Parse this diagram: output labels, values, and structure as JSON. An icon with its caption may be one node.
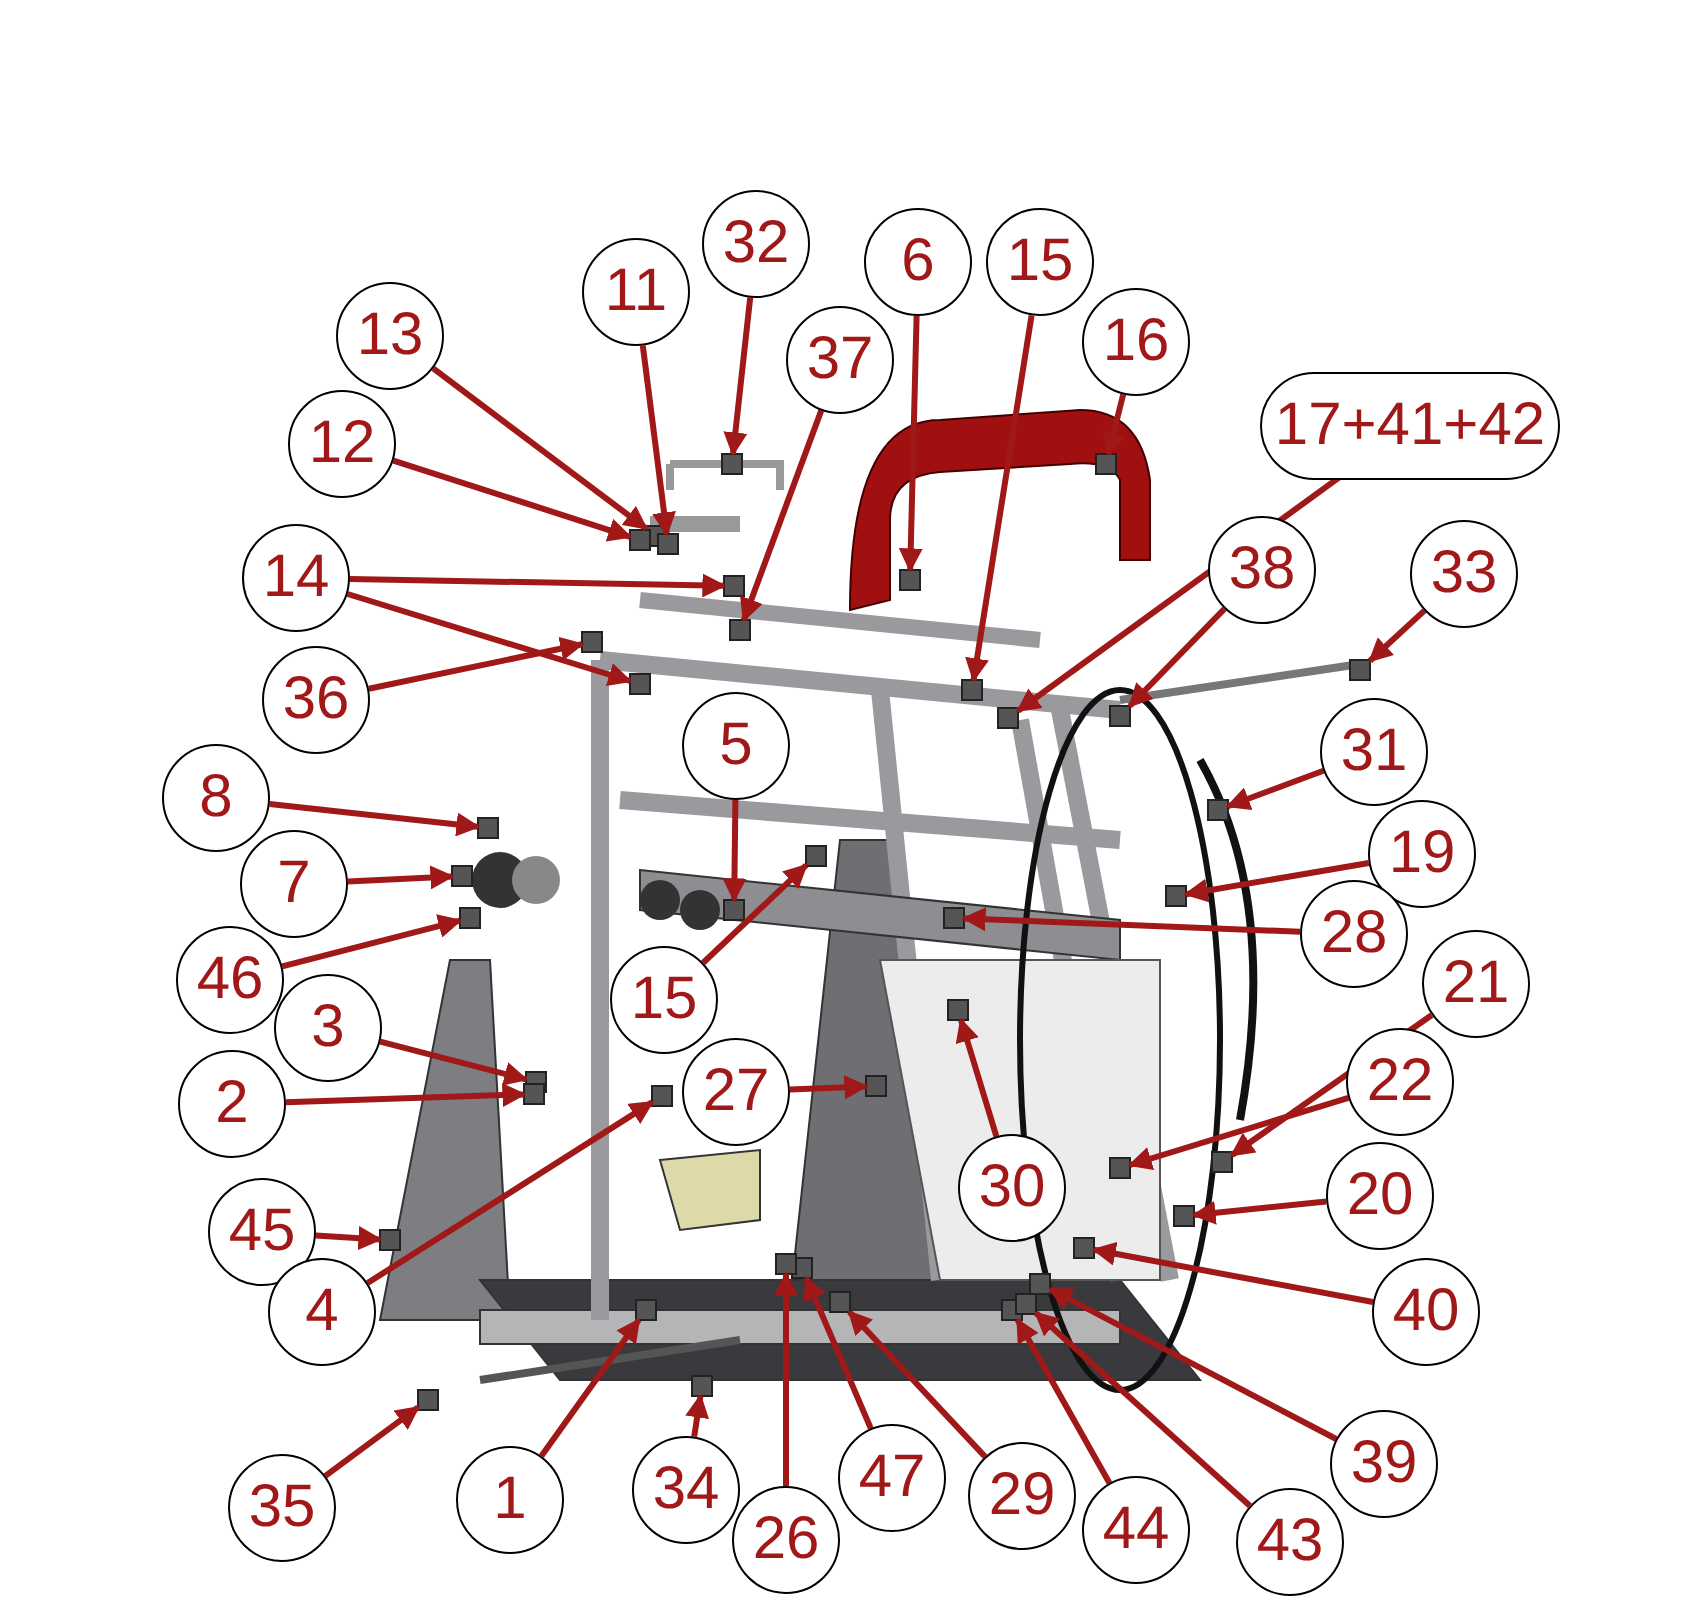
{
  "diagram": {
    "nodes": [
      {
        "text": [
          "13"
        ]
      },
      {
        "text": [
          "32"
        ]
      },
      {
        "text": [
          "11"
        ]
      },
      {
        "text": [
          "6"
        ]
      },
      {
        "text": [
          "15"
        ]
      },
      {
        "text": [
          "16"
        ]
      },
      {
        "text": [
          "37"
        ]
      },
      {
        "text": [
          "12"
        ]
      },
      {
        "text": [
          "17+41+42"
        ]
      },
      {
        "text": [
          "14"
        ]
      },
      {
        "text": [
          "38"
        ]
      },
      {
        "text": [
          "33"
        ]
      },
      {
        "text": [
          "36"
        ]
      },
      {
        "text": [
          "5"
        ]
      },
      {
        "text": [
          "31"
        ]
      },
      {
        "text": [
          "8"
        ]
      },
      {
        "text": [
          "19"
        ]
      },
      {
        "text": [
          "7"
        ]
      },
      {
        "text": [
          "28"
        ]
      },
      {
        "text": [
          "46"
        ]
      },
      {
        "text": [
          "15"
        ]
      },
      {
        "text": [
          "21"
        ]
      },
      {
        "text": [
          "3"
        ]
      },
      {
        "text": [
          "27"
        ]
      },
      {
        "text": [
          "22"
        ]
      },
      {
        "text": [
          "2"
        ]
      },
      {
        "text": [
          "30"
        ]
      },
      {
        "text": [
          "20"
        ]
      },
      {
        "text": [
          "45"
        ]
      },
      {
        "text": [
          "40"
        ]
      },
      {
        "text": [
          "4"
        ]
      },
      {
        "text": [
          "39"
        ]
      },
      {
        "text": [
          "35"
        ]
      },
      {
        "text": [
          "1"
        ]
      },
      {
        "text": [
          "34"
        ]
      },
      {
        "text": [
          "29"
        ]
      },
      {
        "text": [
          "47"
        ]
      },
      {
        "text": [
          "44"
        ]
      },
      {
        "text": [
          "43"
        ]
      },
      {
        "text": [
          "26"
        ]
      },
      {
        "text": [],
        "shape": "box"
      },
      {
        "text": [],
        "shape": "box"
      },
      {
        "text": [],
        "shape": "box"
      },
      {
        "text": [],
        "shape": "box"
      },
      {
        "text": [],
        "shape": "box"
      },
      {
        "text": [],
        "shape": "box"
      },
      {
        "text": [],
        "shape": "box"
      },
      {
        "text": [],
        "shape": "box"
      },
      {
        "text": [],
        "shape": "box"
      },
      {
        "text": [],
        "shape": "box"
      },
      {
        "text": [],
        "shape": "box"
      },
      {
        "text": [],
        "shape": "box"
      },
      {
        "text": [],
        "shape": "box"
      },
      {
        "text": [],
        "shape": "box"
      },
      {
        "text": [],
        "shape": "box"
      },
      {
        "text": [],
        "shape": "box"
      },
      {
        "text": [],
        "shape": "box"
      },
      {
        "text": [],
        "shape": "box"
      },
      {
        "text": [],
        "shape": "box"
      },
      {
        "text": [],
        "shape": "box"
      },
      {
        "text": [],
        "shape": "box"
      },
      {
        "text": [],
        "shape": "box"
      },
      {
        "text": [],
        "shape": "box"
      },
      {
        "text": [],
        "shape": "box"
      },
      {
        "text": [],
        "shape": "box"
      },
      {
        "text": [],
        "shape": "box"
      },
      {
        "text": [],
        "shape": "box"
      },
      {
        "text": [],
        "shape": "box"
      },
      {
        "text": [],
        "shape": "box"
      },
      {
        "text": [],
        "shape": "box"
      },
      {
        "text": [],
        "shape": "box"
      },
      {
        "text": [],
        "shape": "box"
      },
      {
        "text": [],
        "shape": "box"
      },
      {
        "text": [],
        "shape": "box"
      },
      {
        "text": [],
        "shape": "box"
      },
      {
        "text": [],
        "shape": "box"
      },
      {
        "text": [],
        "shape": "box"
      },
      {
        "text": [],
        "shape": "box"
      },
      {
        "text": [],
        "shape": "box"
      },
      {
        "text": [],
        "shape": "box"
      },
      {
        "text": [],
        "shape": "box"
      }
    ],
    "edges": [
      {
        "from": 0,
        "to": 40,
        "arrow": "to"
      },
      {
        "from": 1,
        "to": 41,
        "arrow": "to"
      },
      {
        "from": 2,
        "to": 42,
        "arrow": "to"
      },
      {
        "from": 3,
        "to": 43,
        "arrow": "to"
      },
      {
        "from": 4,
        "to": 44,
        "arrow": "to"
      },
      {
        "from": 5,
        "to": 45,
        "arrow": "to"
      },
      {
        "from": 6,
        "to": 46,
        "arrow": "to"
      },
      {
        "from": 7,
        "to": 47,
        "arrow": "to"
      },
      {
        "from": 8,
        "to": 48,
        "arrow": "to"
      },
      {
        "from": 9,
        "to": 49,
        "arrow": "to"
      },
      {
        "from": 9,
        "to": 50,
        "arrow": "to"
      },
      {
        "from": 10,
        "to": 51,
        "arrow": "to"
      },
      {
        "from": 11,
        "to": 52,
        "arrow": "to"
      },
      {
        "from": 12,
        "to": 53,
        "arrow": "to"
      },
      {
        "from": 13,
        "to": 54,
        "arrow": "to"
      },
      {
        "from": 14,
        "to": 55,
        "arrow": "to"
      },
      {
        "from": 15,
        "to": 56,
        "arrow": "to"
      },
      {
        "from": 16,
        "to": 57,
        "arrow": "to"
      },
      {
        "from": 17,
        "to": 58,
        "arrow": "to"
      },
      {
        "from": 18,
        "to": 59,
        "arrow": "to"
      },
      {
        "from": 19,
        "to": 60,
        "arrow": "to"
      },
      {
        "from": 20,
        "to": 61,
        "arrow": "to"
      },
      {
        "from": 21,
        "to": 62,
        "arrow": "to"
      },
      {
        "from": 22,
        "to": 63,
        "arrow": "to"
      },
      {
        "from": 23,
        "to": 64,
        "arrow": "to"
      },
      {
        "from": 24,
        "to": 65,
        "arrow": "to"
      },
      {
        "from": 25,
        "to": 66,
        "arrow": "to"
      },
      {
        "from": 26,
        "to": 67,
        "arrow": "to"
      },
      {
        "from": 27,
        "to": 68,
        "arrow": "to"
      },
      {
        "from": 28,
        "to": 69,
        "arrow": "to"
      },
      {
        "from": 29,
        "to": 70,
        "arrow": "to"
      },
      {
        "from": 30,
        "to": 71,
        "arrow": "to"
      },
      {
        "from": 31,
        "to": 72,
        "arrow": "to"
      },
      {
        "from": 32,
        "to": 73,
        "arrow": "to"
      },
      {
        "from": 33,
        "to": 74,
        "arrow": "to"
      },
      {
        "from": 34,
        "to": 75,
        "arrow": "to"
      },
      {
        "from": 35,
        "to": 76,
        "arrow": "to"
      },
      {
        "from": 36,
        "to": 77,
        "arrow": "to"
      },
      {
        "from": 37,
        "to": 78,
        "arrow": "to"
      },
      {
        "from": 38,
        "to": 79,
        "arrow": "to"
      },
      {
        "from": 39,
        "to": 80,
        "arrow": "to"
      }
    ]
  }
}
